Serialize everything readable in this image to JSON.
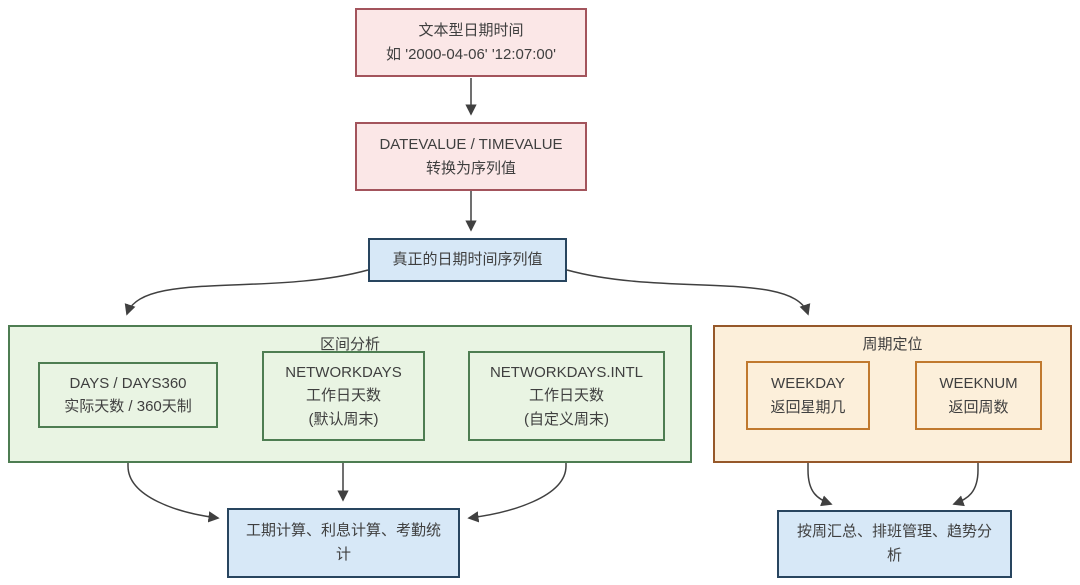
{
  "diagram": {
    "nodes": {
      "text_date": {
        "lines": [
          "文本型日期时间",
          "如 '2000-04-06' '12:07:00'"
        ]
      },
      "convert": {
        "lines": [
          "DATEVALUE / TIMEVALUE",
          "转换为序列值"
        ]
      },
      "serial": {
        "label": "真正的日期时间序列值"
      },
      "interval_group": {
        "title": "区间分析"
      },
      "days": {
        "lines": [
          "DAYS / DAYS360",
          "实际天数 / 360天制"
        ]
      },
      "networkdays": {
        "lines": [
          "NETWORKDAYS",
          "工作日天数",
          "(默认周末)"
        ]
      },
      "networkdays_intl": {
        "lines": [
          "NETWORKDAYS.INTL",
          "工作日天数",
          "(自定义周末)"
        ]
      },
      "cycle_group": {
        "title": "周期定位"
      },
      "weekday": {
        "lines": [
          "WEEKDAY",
          "返回星期几"
        ]
      },
      "weeknum": {
        "lines": [
          "WEEKNUM",
          "返回周数"
        ]
      },
      "interval_result": {
        "label": "工期计算、利息计算、考勤统计"
      },
      "cycle_result": {
        "label": "按周汇总、排班管理、趋势分析"
      }
    },
    "colors": {
      "pink_fill": "#fbe7e7",
      "pink_border": "#a3545c",
      "blue_fill": "#d7e8f7",
      "blue_border": "#28455f",
      "green_fill": "#e9f4e3",
      "green_border": "#4e7d52",
      "orange_fill": "#fcefda",
      "orange_container_border": "#96582a",
      "orange_box_border": "#c0792e",
      "arrow": "#404040"
    }
  }
}
